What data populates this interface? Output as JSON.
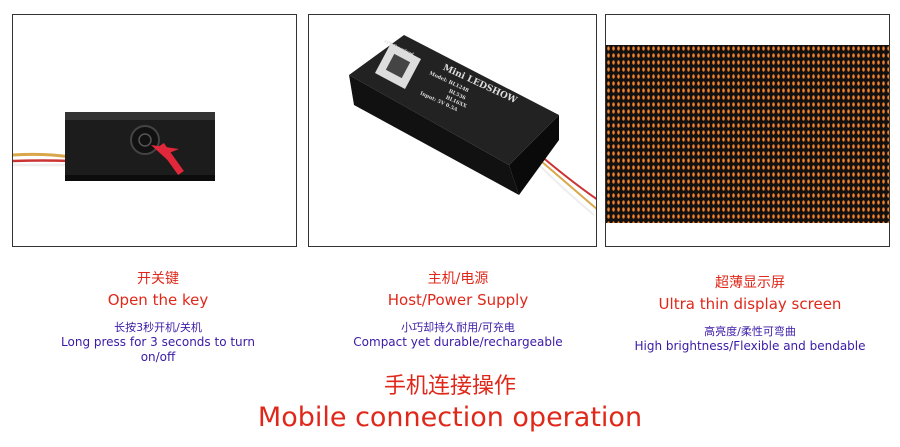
{
  "features": [
    {
      "title_zh": "开关键",
      "title_en": "Open the key",
      "desc_zh": "长按3秒开机/关机",
      "desc_en": "Long press for 3 seconds to turn on/off",
      "image": "power-button-photo"
    },
    {
      "title_zh": "主机/电源",
      "title_en": "Host/Power Supply",
      "desc_zh": "小巧却持久耐用/可充电",
      "desc_en": "Compact yet durable/rechargeable",
      "image": "controller-box-photo"
    },
    {
      "title_zh": "超薄显示屏",
      "title_en": "Ultra thin display screen",
      "desc_zh": "高亮度/柔性可弯曲",
      "desc_en": "High brightness/Flexible and bendable",
      "image": "led-matrix-photo"
    }
  ],
  "device_label": {
    "brand": "Mini LEDSHOW",
    "model": "Model: BL1248",
    "model2": "BL536",
    "model3": "BL16XX",
    "input": "Input: 5V 0.5A",
    "app": "APP Download"
  },
  "footer": {
    "title_zh": "手机连接操作",
    "title_en": "Mobile connection operation"
  },
  "colors": {
    "heading": "#e0281a",
    "desc": "#3a1aa6"
  }
}
